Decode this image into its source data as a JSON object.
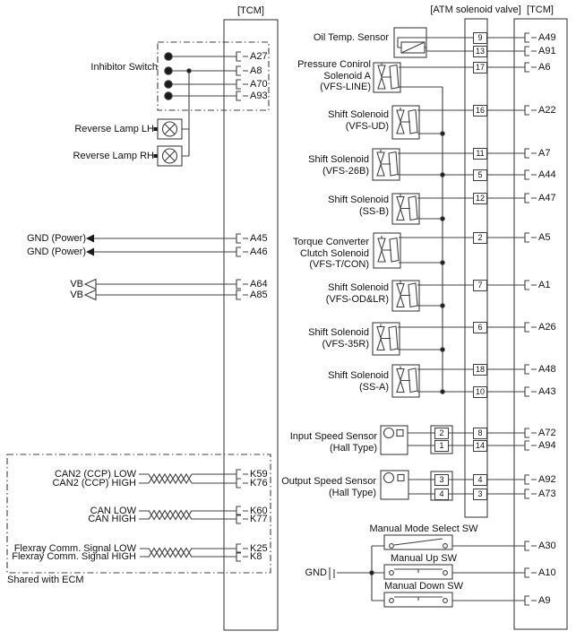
{
  "headers": {
    "left_tcm": "[TCM]",
    "atm_valve": "[ATM solenoid valve]",
    "right_tcm": "[TCM]"
  },
  "left_section": {
    "inhibitor_switch_label": "Inhibitor Switch",
    "reverse_lamp_lh_label": "Reverse Lamp LH",
    "reverse_lamp_rh_label": "Reverse Lamp RH",
    "gnd_power_labels": [
      "GND (Power)",
      "GND (Power)"
    ],
    "vb_labels": [
      "VB",
      "VB"
    ],
    "can_labels": [
      "CAN2 (CCP) LOW",
      "CAN2 (CCP) HIGH",
      "CAN LOW",
      "CAN HIGH",
      "Flexray Comm. Signal LOW",
      "Flexray Comm. Signal HIGH"
    ],
    "shared_note": "Shared with ECM",
    "pins": [
      "A27",
      "A8",
      "A70",
      "A93",
      "A45",
      "A46",
      "A64",
      "A85",
      "K59",
      "K76",
      "K60",
      "K77",
      "K25",
      "K8"
    ]
  },
  "right_section": {
    "components": [
      {
        "lines": [
          "Oil Temp. Sensor"
        ]
      },
      {
        "lines": [
          "Pressure Conirol",
          "Solenoid A",
          "(VFS-LINE)"
        ]
      },
      {
        "lines": [
          "Shift Solenoid",
          "(VFS-UD)"
        ]
      },
      {
        "lines": [
          "Shift Solenoid",
          "(VFS-26B)"
        ]
      },
      {
        "lines": [
          "Shift Solenoid",
          "(SS-B)"
        ]
      },
      {
        "lines": [
          "Torque Converter",
          "Clutch Solenoid",
          "(VFS-T/CON)"
        ]
      },
      {
        "lines": [
          "Shift Solenoid",
          "(VFS-OD&LR)"
        ]
      },
      {
        "lines": [
          "Shift Solenoid",
          "(VFS-35R)"
        ]
      },
      {
        "lines": [
          "Shift Solenoid",
          "(SS-A)"
        ]
      },
      {
        "lines": [
          "Input Speed Sensor",
          "(Hall Type)"
        ]
      },
      {
        "lines": [
          "Output Speed Sensor",
          "(Hall Type)"
        ]
      }
    ],
    "switch_labels": [
      "Manual Mode Select SW",
      "Manual Up SW",
      "Manual Down SW"
    ],
    "gnd_label": "GND",
    "strip_pins": [
      "9",
      "13",
      "17",
      "16",
      "11",
      "5",
      "12",
      "2",
      "7",
      "6",
      "18",
      "10",
      "8",
      "14",
      "4",
      "3"
    ],
    "sensor_conn_pins": [
      "2",
      "1",
      "3",
      "4"
    ],
    "tcm_pins": [
      "A49",
      "A91",
      "A6",
      "A22",
      "A7",
      "A44",
      "A47",
      "A5",
      "A1",
      "A26",
      "A48",
      "A43",
      "A72",
      "A94",
      "A92",
      "A73",
      "A30",
      "A10",
      "A9"
    ]
  },
  "colors": {
    "line": "#404040",
    "text": "#111111",
    "background": "#ffffff"
  }
}
